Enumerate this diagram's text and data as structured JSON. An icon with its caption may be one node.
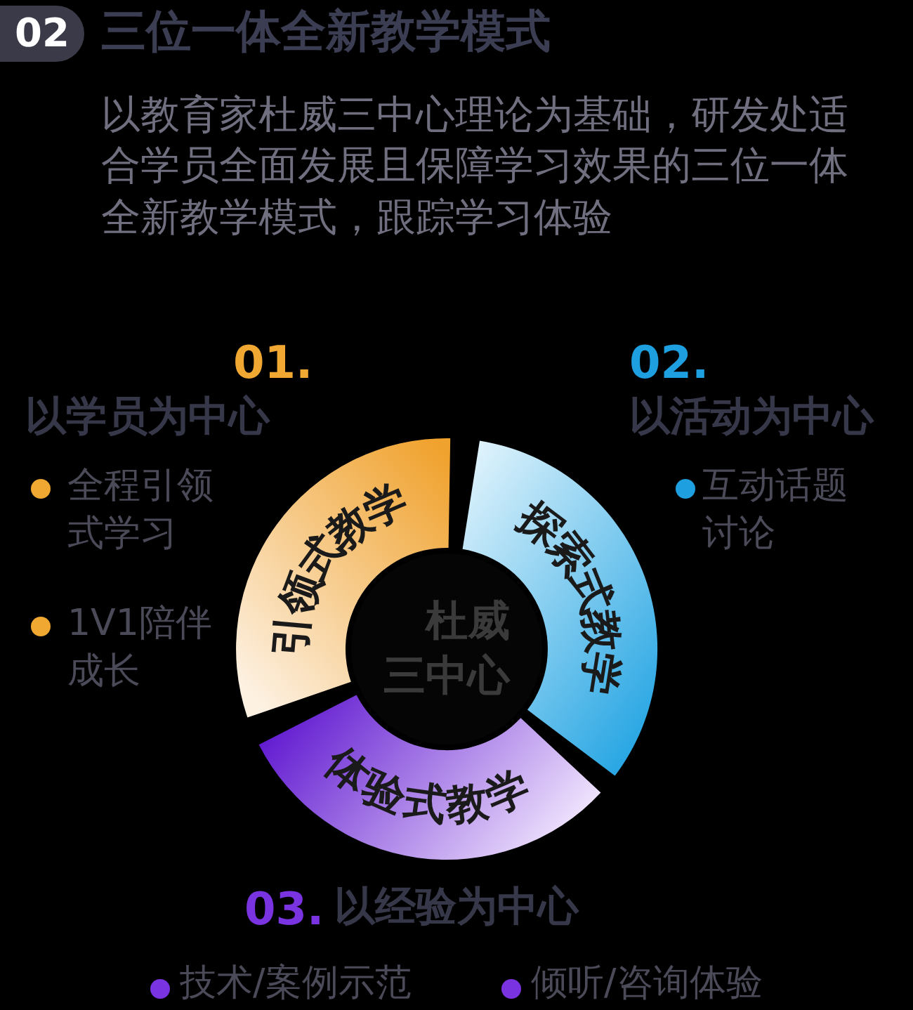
{
  "diagram": {
    "title": "三位一体全新教学模式",
    "nodes": [
      {
        "text": [
          "杜威三中心"
        ]
      },
      {
        "text": [
          "引领式教学"
        ]
      },
      {
        "text": [
          "探索式教学"
        ]
      },
      {
        "text": [
          "体验式教学"
        ]
      }
    ],
    "labels": [
      "02",
      "以教育家杜威三中心理论为基础，研发处适合学员全面发展且保障学习效果的三位一体全新教学模式，跟踪学习体验",
      "01.",
      "以学员为中心",
      "02.",
      "以活动为中心",
      "全程引领式学习",
      "互动话题讨论",
      "1V1陪伴成长",
      "03.",
      "以经验为中心",
      "技术/案例示范",
      "倾听/咨询体验"
    ]
  }
}
